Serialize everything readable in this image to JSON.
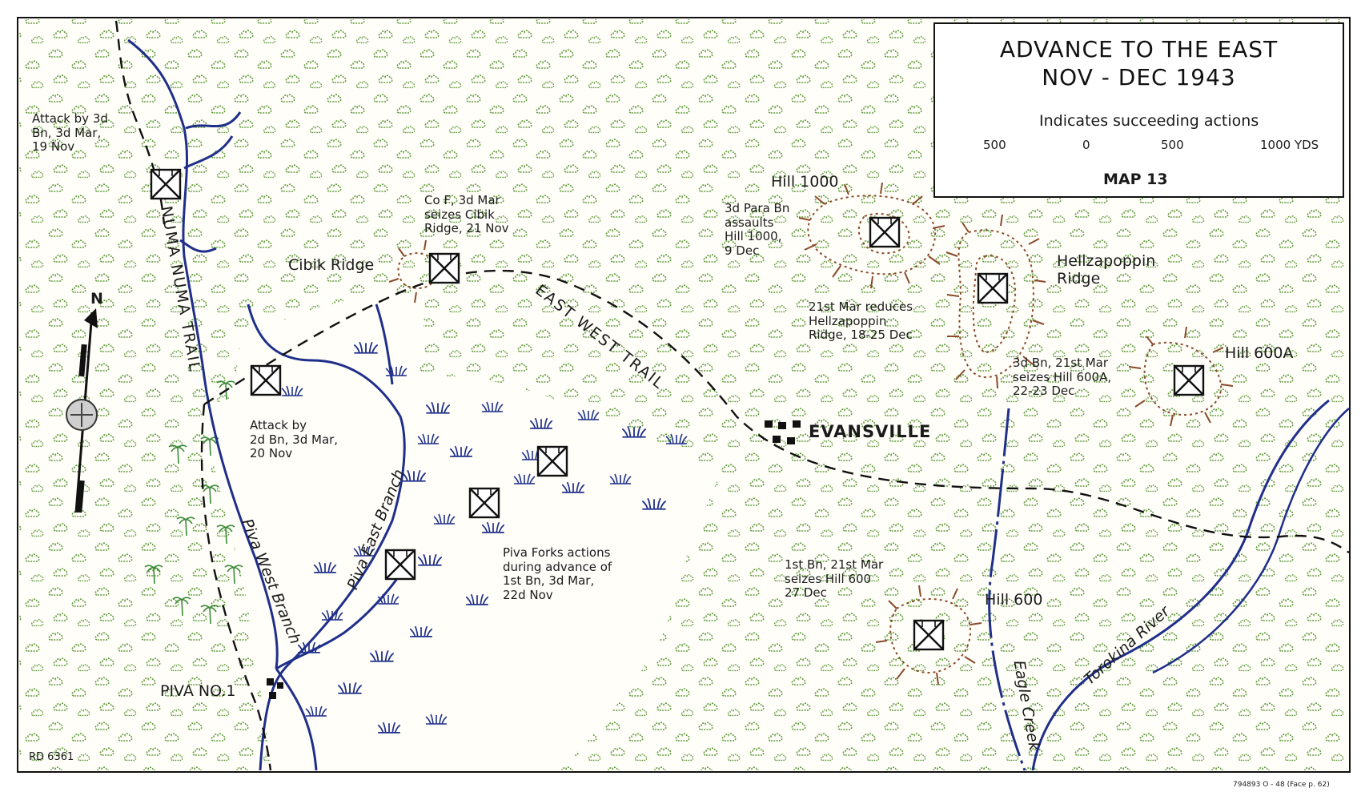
{
  "legend": {
    "title": "ADVANCE TO THE EAST\nNOV - DEC 1943",
    "symbol_text": "Indicates succeeding actions",
    "scale_ticks": [
      "500",
      "0",
      "500",
      "1000 YDS"
    ],
    "map_number": "MAP 13"
  },
  "labels": {
    "numa_trail": "NUMA NUMA TRAIL",
    "east_west_trail": "EAST WEST TRAIL",
    "cibik_ridge": "Cibik Ridge",
    "hill_1000": "Hill 1000",
    "hellzapoppin": "Hellzapoppin\nRidge",
    "hill_600a": "Hill 600A",
    "evansville": "EVANSVILLE",
    "hill_600": "Hill 600",
    "piva_no1": "PIVA NO.1",
    "piva_west": "Piva West Branch",
    "piva_east": "Piva East Branch",
    "eagle_creek": "Eagle Creek",
    "torokina": "Torokina River",
    "north": "N"
  },
  "actions": {
    "a1": "Attack by 3d\nBn, 3d Mar,\n19 Nov",
    "a2": "Co F, 3d Mar\nseizes Cibik\nRidge, 21 Nov",
    "a3": "3d Para Bn\nassaults\nHill 1000,\n9 Dec",
    "a4": "21st Mar reduces\nHellzapoppin\nRidge, 18-25 Dec",
    "a5": "3d Bn, 21st Mar\nseizes Hill 600A,\n22-23 Dec",
    "a6": "Attack by\n2d Bn, 3d Mar,\n20 Nov",
    "a7": "Piva Forks actions\nduring advance of\n1st Bn, 3d Mar,\n22d Nov",
    "a8": "1st Bn, 21st Mar\nseizes Hill 600\n27 Dec"
  },
  "footer": {
    "code": "RD 6361",
    "print_note": "794893 O - 48 (Face p. 62)"
  },
  "colors": {
    "jungle": "#5f9a3c",
    "water": "#1f2f8a",
    "ridge": "#8a4a2a",
    "ink": "#1a1a1a"
  }
}
